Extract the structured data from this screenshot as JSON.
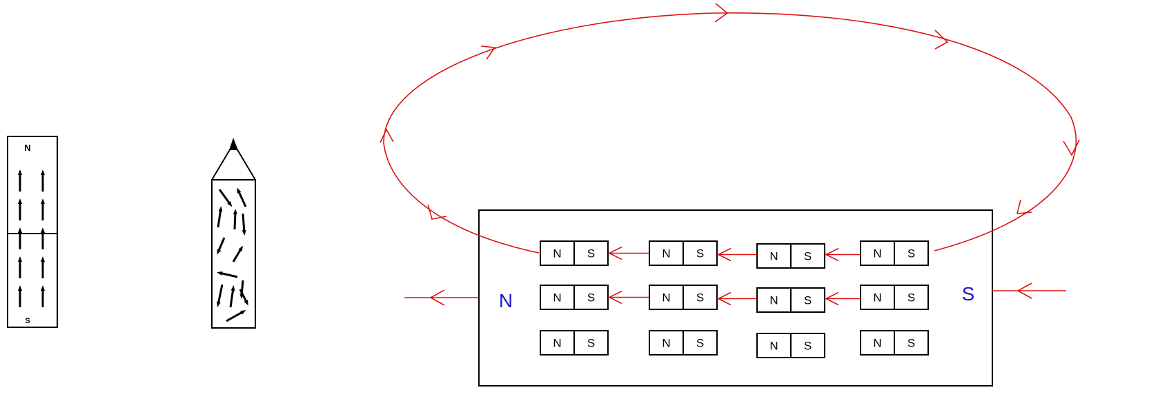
{
  "bar_magnet": {
    "north_label": "N",
    "south_label": "S"
  },
  "large_magnet": {
    "north_label": "N",
    "south_label": "S",
    "domain_rows": [
      [
        {
          "n": "N",
          "s": "S"
        },
        {
          "n": "N",
          "s": "S"
        },
        {
          "n": "N",
          "s": "S"
        },
        {
          "n": "N",
          "s": "S"
        }
      ],
      [
        {
          "n": "N",
          "s": "S"
        },
        {
          "n": "N",
          "s": "S"
        },
        {
          "n": "N",
          "s": "S"
        },
        {
          "n": "N",
          "s": "S"
        }
      ],
      [
        {
          "n": "N",
          "s": "S"
        },
        {
          "n": "N",
          "s": "S"
        },
        {
          "n": "N",
          "s": "S"
        },
        {
          "n": "N",
          "s": "S"
        }
      ]
    ]
  },
  "colors": {
    "line": "#000000",
    "field": "#dd1111",
    "pole_label": "#1a1acc"
  }
}
